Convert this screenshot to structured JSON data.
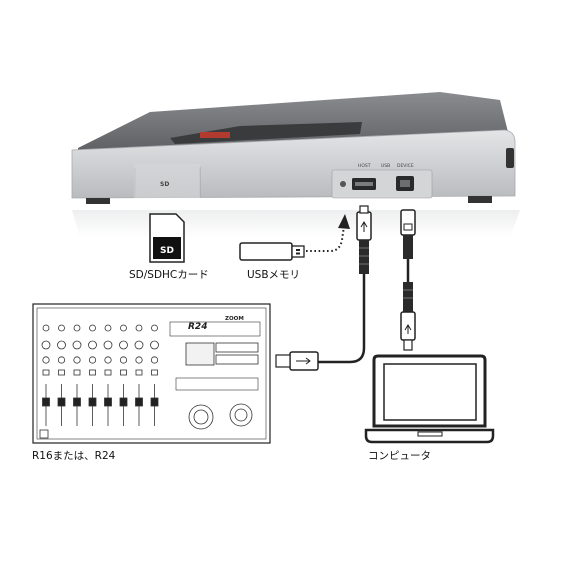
{
  "labels": {
    "sd_card": "SD/SDHCカード",
    "usb_memory": "USBメモリ",
    "recorder": "R16または、R24",
    "computer": "コンピュータ"
  },
  "device_ports": {
    "host": "HOST",
    "usb": "USB",
    "device": "DEVICE"
  },
  "sd_logo": "SD",
  "recorder_model": "R24",
  "recorder_brand": "ZOOM",
  "colors": {
    "device_body": "#c9cbce",
    "device_top": "#6e7073",
    "cable": "#222222"
  }
}
